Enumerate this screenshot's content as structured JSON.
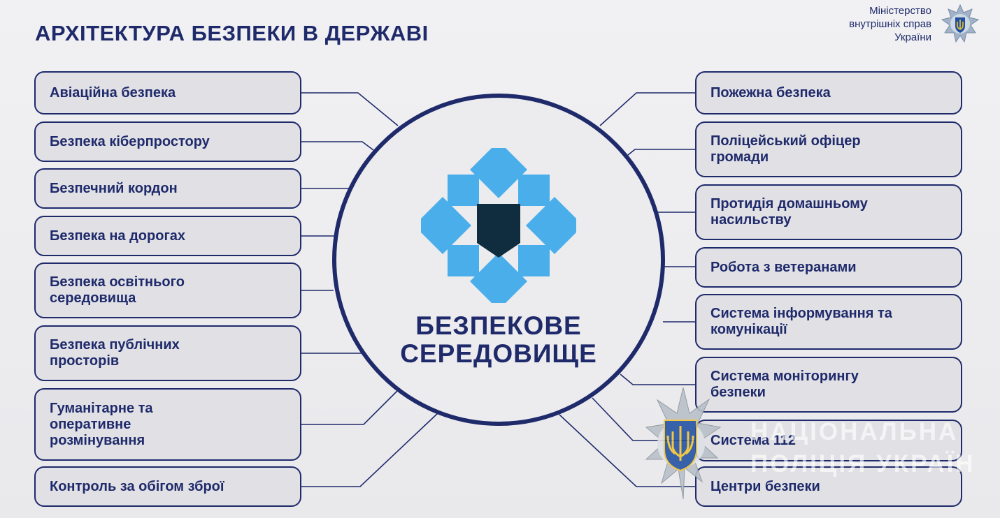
{
  "header": {
    "title": "АРХІТЕКТУРА БЕЗПЕКИ В ДЕРЖАВІ",
    "ministry_lines": [
      "Міністерство",
      "внутрішніх справ",
      "України"
    ]
  },
  "hub": {
    "title_lines": [
      "БЕЗПЕКОВЕ",
      "СЕРЕДОВИЩЕ"
    ]
  },
  "left_items": [
    {
      "label": "Авіаційна безпека"
    },
    {
      "label": "Безпека кіберпростору"
    },
    {
      "label": "Безпечний кордон"
    },
    {
      "label": "Безпека на дорогах"
    },
    {
      "label": "Безпека освітнього середовища"
    },
    {
      "label": "Безпека публічних просторів"
    },
    {
      "label": "Гуманітарне та оперативне розмінування"
    },
    {
      "label": "Контроль за обігом зброї"
    }
  ],
  "right_items": [
    {
      "label": "Пожежна безпека"
    },
    {
      "label": "Поліцейський офіцер громади"
    },
    {
      "label": "Протидія домашньому насильству"
    },
    {
      "label": "Робота з ветеранами"
    },
    {
      "label": "Система інформування та комунікації"
    },
    {
      "label": "Система моніторингу безпеки"
    },
    {
      "label": "Система 112"
    },
    {
      "label": "Центри безпеки"
    }
  ],
  "watermark": {
    "lines": [
      "НАЦІОНАЛЬНА",
      "ПОЛІЦІЯ УКРАЇН"
    ]
  },
  "colors": {
    "navy": "#1f2a6b",
    "node_fill": "#e1e1e5",
    "logo_blue": "#4aaeea",
    "logo_shield": "#0f2d3e"
  }
}
